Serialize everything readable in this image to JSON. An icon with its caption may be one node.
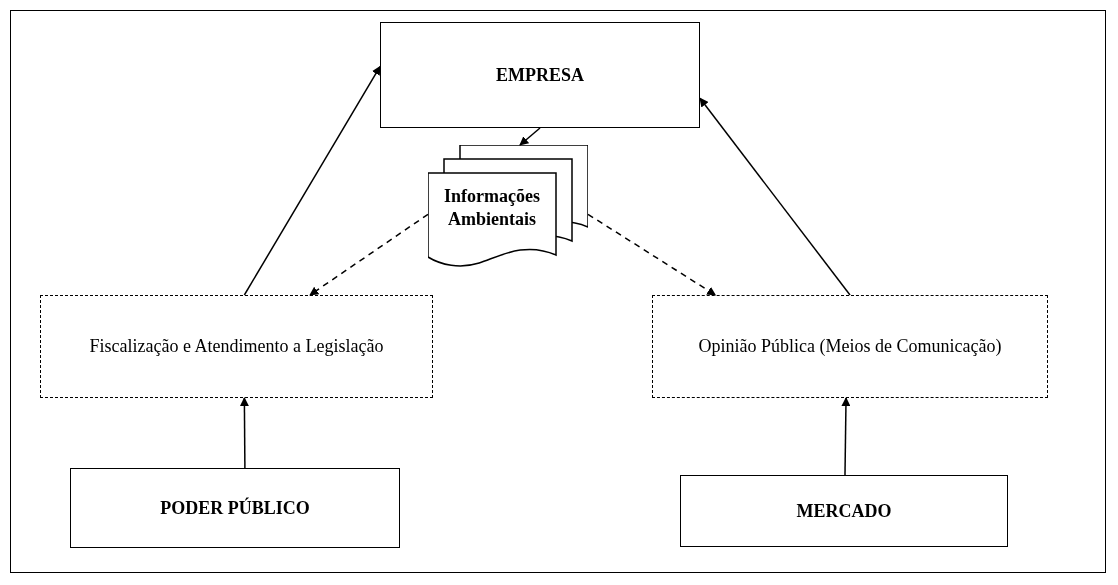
{
  "diagram": {
    "nodes": [
      {
        "text": [
          "EMPRESA"
        ]
      },
      {
        "text": [
          "Informações Ambientais"
        ]
      },
      {
        "text": [
          "Fiscalização e Atendimento a Legislação"
        ]
      },
      {
        "text": [
          "Opinião Pública (Meios de Comunicação)"
        ]
      },
      {
        "text": [
          "PODER PÚBLICO"
        ]
      },
      {
        "text": [
          "MERCADO"
        ]
      }
    ],
    "edges": [
      {
        "from": 0,
        "to": 1,
        "arrow": "to"
      },
      {
        "from": 1,
        "to": 2,
        "arrow": "to",
        "style": "dashed"
      },
      {
        "from": 1,
        "to": 3,
        "arrow": "to",
        "style": "dashed"
      },
      {
        "from": 2,
        "to": 0,
        "arrow": "to"
      },
      {
        "from": 3,
        "to": 0,
        "arrow": "to"
      },
      {
        "from": 4,
        "to": 2,
        "arrow": "to"
      },
      {
        "from": 5,
        "to": 3,
        "arrow": "to"
      }
    ]
  }
}
